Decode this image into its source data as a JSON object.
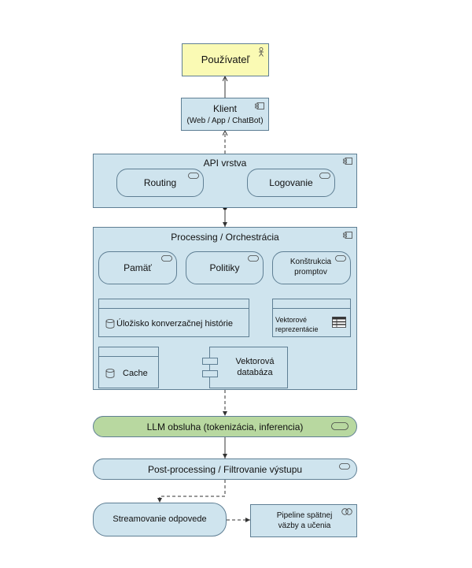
{
  "user": {
    "label": "Používateľ",
    "icon": "actor-icon"
  },
  "client": {
    "title": "Klient",
    "subtitle": "(Web / App / ChatBot)",
    "icon": "component-icon"
  },
  "api_layer": {
    "title": "API vrstva",
    "icon": "component-icon",
    "services": [
      {
        "label": "Routing",
        "icon": "service-icon"
      },
      {
        "label": "Logovanie",
        "icon": "service-icon"
      }
    ]
  },
  "processing": {
    "title": "Processing / Orchestrácia",
    "icon": "component-icon",
    "services": [
      {
        "label": "Pamäť",
        "icon": "service-icon"
      },
      {
        "label": "Politiky",
        "icon": "service-icon"
      },
      {
        "label": "Konštrukcia promptov",
        "icon": "service-icon"
      }
    ],
    "history_store": {
      "label": "Úložisko konverzačnej histórie",
      "icon": "database-icon"
    },
    "vectors": {
      "label": "Vektorové reprezentácie",
      "icon": "table-icon"
    },
    "cache": {
      "label": "Cache",
      "icon": "database-icon"
    },
    "vector_db": {
      "label": "Vektorová databáza",
      "icon": "component-icon"
    }
  },
  "llm": {
    "label": "LLM obsluha (tokenizácia, inferencia)",
    "color": "#b8d8a0"
  },
  "postprocessing": {
    "label": "Post-processing / Filtrovanie výstupu"
  },
  "streaming": {
    "label": "Streamovanie odpovede"
  },
  "feedback": {
    "label": "Pipeline spätnej väzby a učenia",
    "icon": "interaction-icon"
  },
  "colors": {
    "user_fill": "#fafab4",
    "box_fill": "#cfe4ee",
    "border": "#5f7f94"
  }
}
